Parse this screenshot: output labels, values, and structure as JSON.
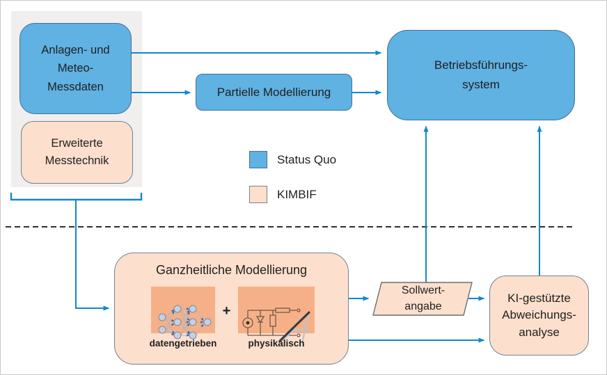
{
  "colors": {
    "blue_fill": "#5fb2e2",
    "blue_border": "#41719c",
    "arrow": "#1287cd",
    "peach_fill": "#fcdfcd",
    "peach_border": "#6e8396",
    "panel_orange": "#f6b088",
    "gray_panel": "#f0efee",
    "text": "#1f1f1f"
  },
  "nodes": {
    "messdaten": {
      "label": "Anlagen- und\nMeteo-\nMessdaten"
    },
    "messtechnik": {
      "label": "Erweiterte\nMesstechnik"
    },
    "partielle": {
      "label": "Partielle Modellierung"
    },
    "betriebsfuehrung": {
      "label": "Betriebsführungs-\nsystem"
    },
    "ganzheitlich": {
      "title": "Ganzheitliche Modellierung",
      "plus": "+",
      "left_label": "datengetrieben",
      "right_label": "physikalisch"
    },
    "sollwert": {
      "label": "Sollwert-\nangabe"
    },
    "ki_analyse": {
      "label": "KI-gestützte\nAbweichungs-\nanalyse"
    }
  },
  "legend": {
    "items": [
      {
        "label": "Status Quo",
        "swatch": "blue"
      },
      {
        "label": "KIMBIF",
        "swatch": "peach"
      }
    ]
  },
  "icons": {
    "neural_network": "neural-network-icon",
    "pv_circuit": "pv-equivalent-circuit-icon",
    "solar_panel": "solar-panel-icon"
  }
}
